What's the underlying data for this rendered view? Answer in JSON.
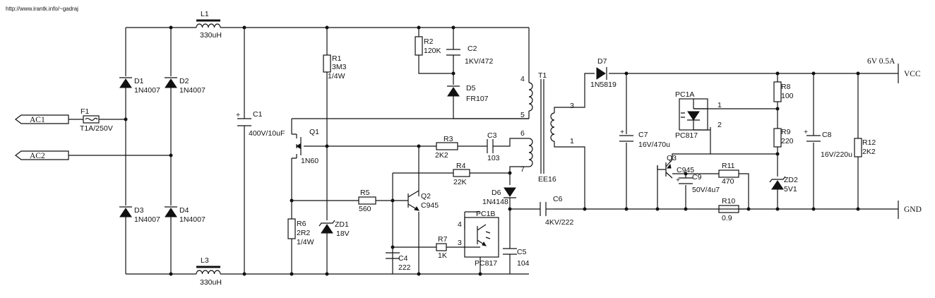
{
  "source_url": "http://www.irantk.info/~gadraj",
  "output_label": "6V 0.5A",
  "ports": {
    "ac1": "AC1",
    "ac2": "AC2",
    "vcc": "VCC",
    "gnd": "GND"
  },
  "components": {
    "L1": {
      "ref": "L1",
      "value": "330uH"
    },
    "L3": {
      "ref": "L3",
      "value": "330uH"
    },
    "F1": {
      "ref": "F1",
      "value": "T1A/250V"
    },
    "D1": {
      "ref": "D1",
      "value": "1N4007"
    },
    "D2": {
      "ref": "D2",
      "value": "1N4007"
    },
    "D3": {
      "ref": "D3",
      "value": "1N4007"
    },
    "D4": {
      "ref": "D4",
      "value": "1N4007"
    },
    "C1": {
      "ref": "C1",
      "value": "400V/10uF"
    },
    "R1": {
      "ref": "R1",
      "value": "3M3",
      "value2": "1/4W"
    },
    "R2": {
      "ref": "R2",
      "value": "120K"
    },
    "C2": {
      "ref": "C2",
      "value": "1KV/472"
    },
    "D5": {
      "ref": "D5",
      "value": "FR107"
    },
    "T1": {
      "ref": "T1",
      "value": "EE16",
      "pins": [
        "4",
        "5",
        "6",
        "7",
        "3",
        "1"
      ]
    },
    "Q1": {
      "ref": "Q1",
      "value": "1N60"
    },
    "R3": {
      "ref": "R3",
      "value": "2K2"
    },
    "C3": {
      "ref": "C3",
      "value": "103"
    },
    "R4": {
      "ref": "R4",
      "value": "22K"
    },
    "R5": {
      "ref": "R5",
      "value": "560"
    },
    "Q2": {
      "ref": "Q2",
      "value": "C945"
    },
    "D6": {
      "ref": "D6",
      "value": "1N4148"
    },
    "R6": {
      "ref": "R6",
      "value": "2R2",
      "value2": "1/4W"
    },
    "ZD1": {
      "ref": "ZD1",
      "value": "18V"
    },
    "C4": {
      "ref": "C4",
      "value": "222"
    },
    "R7": {
      "ref": "R7",
      "value": "1K"
    },
    "PC1B": {
      "ref": "PC1B",
      "value": "PC817",
      "pin_a": "4",
      "pin_b": "3"
    },
    "C5": {
      "ref": "C5",
      "value": "104"
    },
    "C6": {
      "ref": "C6",
      "value": "4KV/222"
    },
    "D7": {
      "ref": "D7",
      "value": "1N5819"
    },
    "C7": {
      "ref": "C7",
      "value": "16V/470u"
    },
    "PC1A": {
      "ref": "PC1A",
      "value": "PC817",
      "pin_a": "1",
      "pin_b": "2"
    },
    "Q3": {
      "ref": "Q3",
      "value": "C945"
    },
    "C9": {
      "ref": "C9",
      "value": "50V/4u7"
    },
    "R11": {
      "ref": "R11",
      "value": "470"
    },
    "R10": {
      "ref": "R10",
      "value": "0.9"
    },
    "R8": {
      "ref": "R8",
      "value": "100"
    },
    "R9": {
      "ref": "R9",
      "value": "220"
    },
    "ZD2": {
      "ref": "ZD2",
      "value": "5V1"
    },
    "C8": {
      "ref": "C8",
      "value": "16V/220u"
    },
    "R12": {
      "ref": "R12",
      "value": "2K2"
    }
  }
}
